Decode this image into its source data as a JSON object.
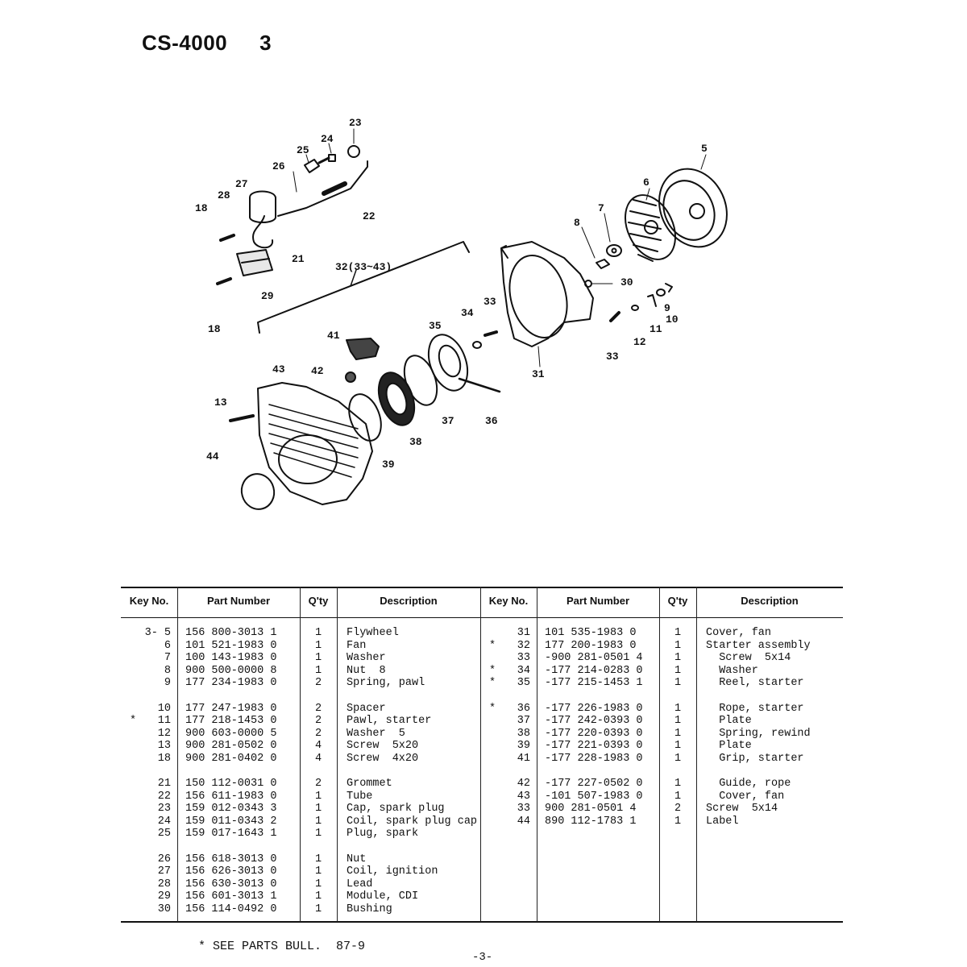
{
  "header": {
    "model": "CS-4000",
    "section": "3"
  },
  "diagram": {
    "labels": [
      "23",
      "24",
      "25",
      "26",
      "27",
      "28",
      "18",
      "21",
      "22",
      "32(33~43)",
      "5",
      "6",
      "7",
      "8",
      "30",
      "9",
      "10",
      "11",
      "12",
      "33",
      "34",
      "33",
      "35",
      "41",
      "42",
      "43",
      "13",
      "44",
      "29",
      "18",
      "31",
      "36",
      "37",
      "38",
      "39"
    ]
  },
  "table": {
    "headers": [
      "Key No.",
      "Part Number",
      "Q'ty",
      "Description",
      "Key No.",
      "Part Number",
      "Q'ty",
      "Description"
    ],
    "left": [
      {
        "mark": "",
        "key": "3- 5",
        "part": "156 800-3013 1",
        "qty": "1",
        "desc": "Flywheel"
      },
      {
        "mark": "",
        "key": "6",
        "part": "101 521-1983 0",
        "qty": "1",
        "desc": "Fan"
      },
      {
        "mark": "",
        "key": "7",
        "part": "100 143-1983 0",
        "qty": "1",
        "desc": "Washer"
      },
      {
        "mark": "",
        "key": "8",
        "part": "900 500-0000 8",
        "qty": "1",
        "desc": "Nut  8"
      },
      {
        "mark": "",
        "key": "9",
        "part": "177 234-1983 0",
        "qty": "2",
        "desc": "Spring, pawl"
      },
      {
        "mark": "",
        "key": "10",
        "part": "177 247-1983 0",
        "qty": "2",
        "desc": "Spacer"
      },
      {
        "mark": "*",
        "key": "11",
        "part": "177 218-1453 0",
        "qty": "2",
        "desc": "Pawl, starter"
      },
      {
        "mark": "",
        "key": "12",
        "part": "900 603-0000 5",
        "qty": "2",
        "desc": "Washer  5"
      },
      {
        "mark": "",
        "key": "13",
        "part": "900 281-0502 0",
        "qty": "4",
        "desc": "Screw  5x20"
      },
      {
        "mark": "",
        "key": "18",
        "part": "900 281-0402 0",
        "qty": "4",
        "desc": "Screw  4x20"
      },
      {
        "mark": "",
        "key": "21",
        "part": "150 112-0031 0",
        "qty": "2",
        "desc": "Grommet"
      },
      {
        "mark": "",
        "key": "22",
        "part": "156 611-1983 0",
        "qty": "1",
        "desc": "Tube"
      },
      {
        "mark": "",
        "key": "23",
        "part": "159 012-0343 3",
        "qty": "1",
        "desc": "Cap, spark plug"
      },
      {
        "mark": "",
        "key": "24",
        "part": "159 011-0343 2",
        "qty": "1",
        "desc": "Coil, spark plug cap"
      },
      {
        "mark": "",
        "key": "25",
        "part": "159 017-1643 1",
        "qty": "1",
        "desc": "Plug, spark"
      },
      {
        "mark": "",
        "key": "26",
        "part": "156 618-3013 0",
        "qty": "1",
        "desc": "Nut"
      },
      {
        "mark": "",
        "key": "27",
        "part": "156 626-3013 0",
        "qty": "1",
        "desc": "Coil, ignition"
      },
      {
        "mark": "",
        "key": "28",
        "part": "156 630-3013 0",
        "qty": "1",
        "desc": "Lead"
      },
      {
        "mark": "",
        "key": "29",
        "part": "156 601-3013 1",
        "qty": "1",
        "desc": "Module, CDI"
      },
      {
        "mark": "",
        "key": "30",
        "part": "156 114-0492 0",
        "qty": "1",
        "desc": "Bushing"
      }
    ],
    "right": [
      {
        "mark": "",
        "key": "31",
        "part": "101 535-1983 0",
        "qty": "1",
        "desc": "Cover, fan"
      },
      {
        "mark": "*",
        "key": "32",
        "part": "177 200-1983 0",
        "qty": "1",
        "desc": "Starter assembly"
      },
      {
        "mark": "",
        "key": "33",
        "part": "-900 281-0501 4",
        "qty": "1",
        "desc": "  Screw  5x14"
      },
      {
        "mark": "*",
        "key": "34",
        "part": "-177 214-0283 0",
        "qty": "1",
        "desc": "  Washer"
      },
      {
        "mark": "*",
        "key": "35",
        "part": "-177 215-1453 1",
        "qty": "1",
        "desc": "  Reel, starter"
      },
      {
        "mark": "*",
        "key": "36",
        "part": "-177 226-1983 0",
        "qty": "1",
        "desc": "  Rope, starter"
      },
      {
        "mark": "",
        "key": "37",
        "part": "-177 242-0393 0",
        "qty": "1",
        "desc": "  Plate"
      },
      {
        "mark": "",
        "key": "38",
        "part": "-177 220-0393 0",
        "qty": "1",
        "desc": "  Spring, rewind"
      },
      {
        "mark": "",
        "key": "39",
        "part": "-177 221-0393 0",
        "qty": "1",
        "desc": "  Plate"
      },
      {
        "mark": "",
        "key": "41",
        "part": "-177 228-1983 0",
        "qty": "1",
        "desc": "  Grip, starter"
      },
      {
        "mark": "",
        "key": "42",
        "part": "-177 227-0502 0",
        "qty": "1",
        "desc": "  Guide, rope"
      },
      {
        "mark": "",
        "key": "43",
        "part": "-101 507-1983 0",
        "qty": "1",
        "desc": "  Cover, fan"
      },
      {
        "mark": "",
        "key": "33",
        "part": "900 281-0501 4",
        "qty": "2",
        "desc": "Screw  5x14"
      },
      {
        "mark": "",
        "key": "44",
        "part": "890 112-1783 1",
        "qty": "1",
        "desc": "Label"
      }
    ]
  },
  "footnote": "* SEE PARTS BULL.  87-9",
  "page_number": "-3-"
}
